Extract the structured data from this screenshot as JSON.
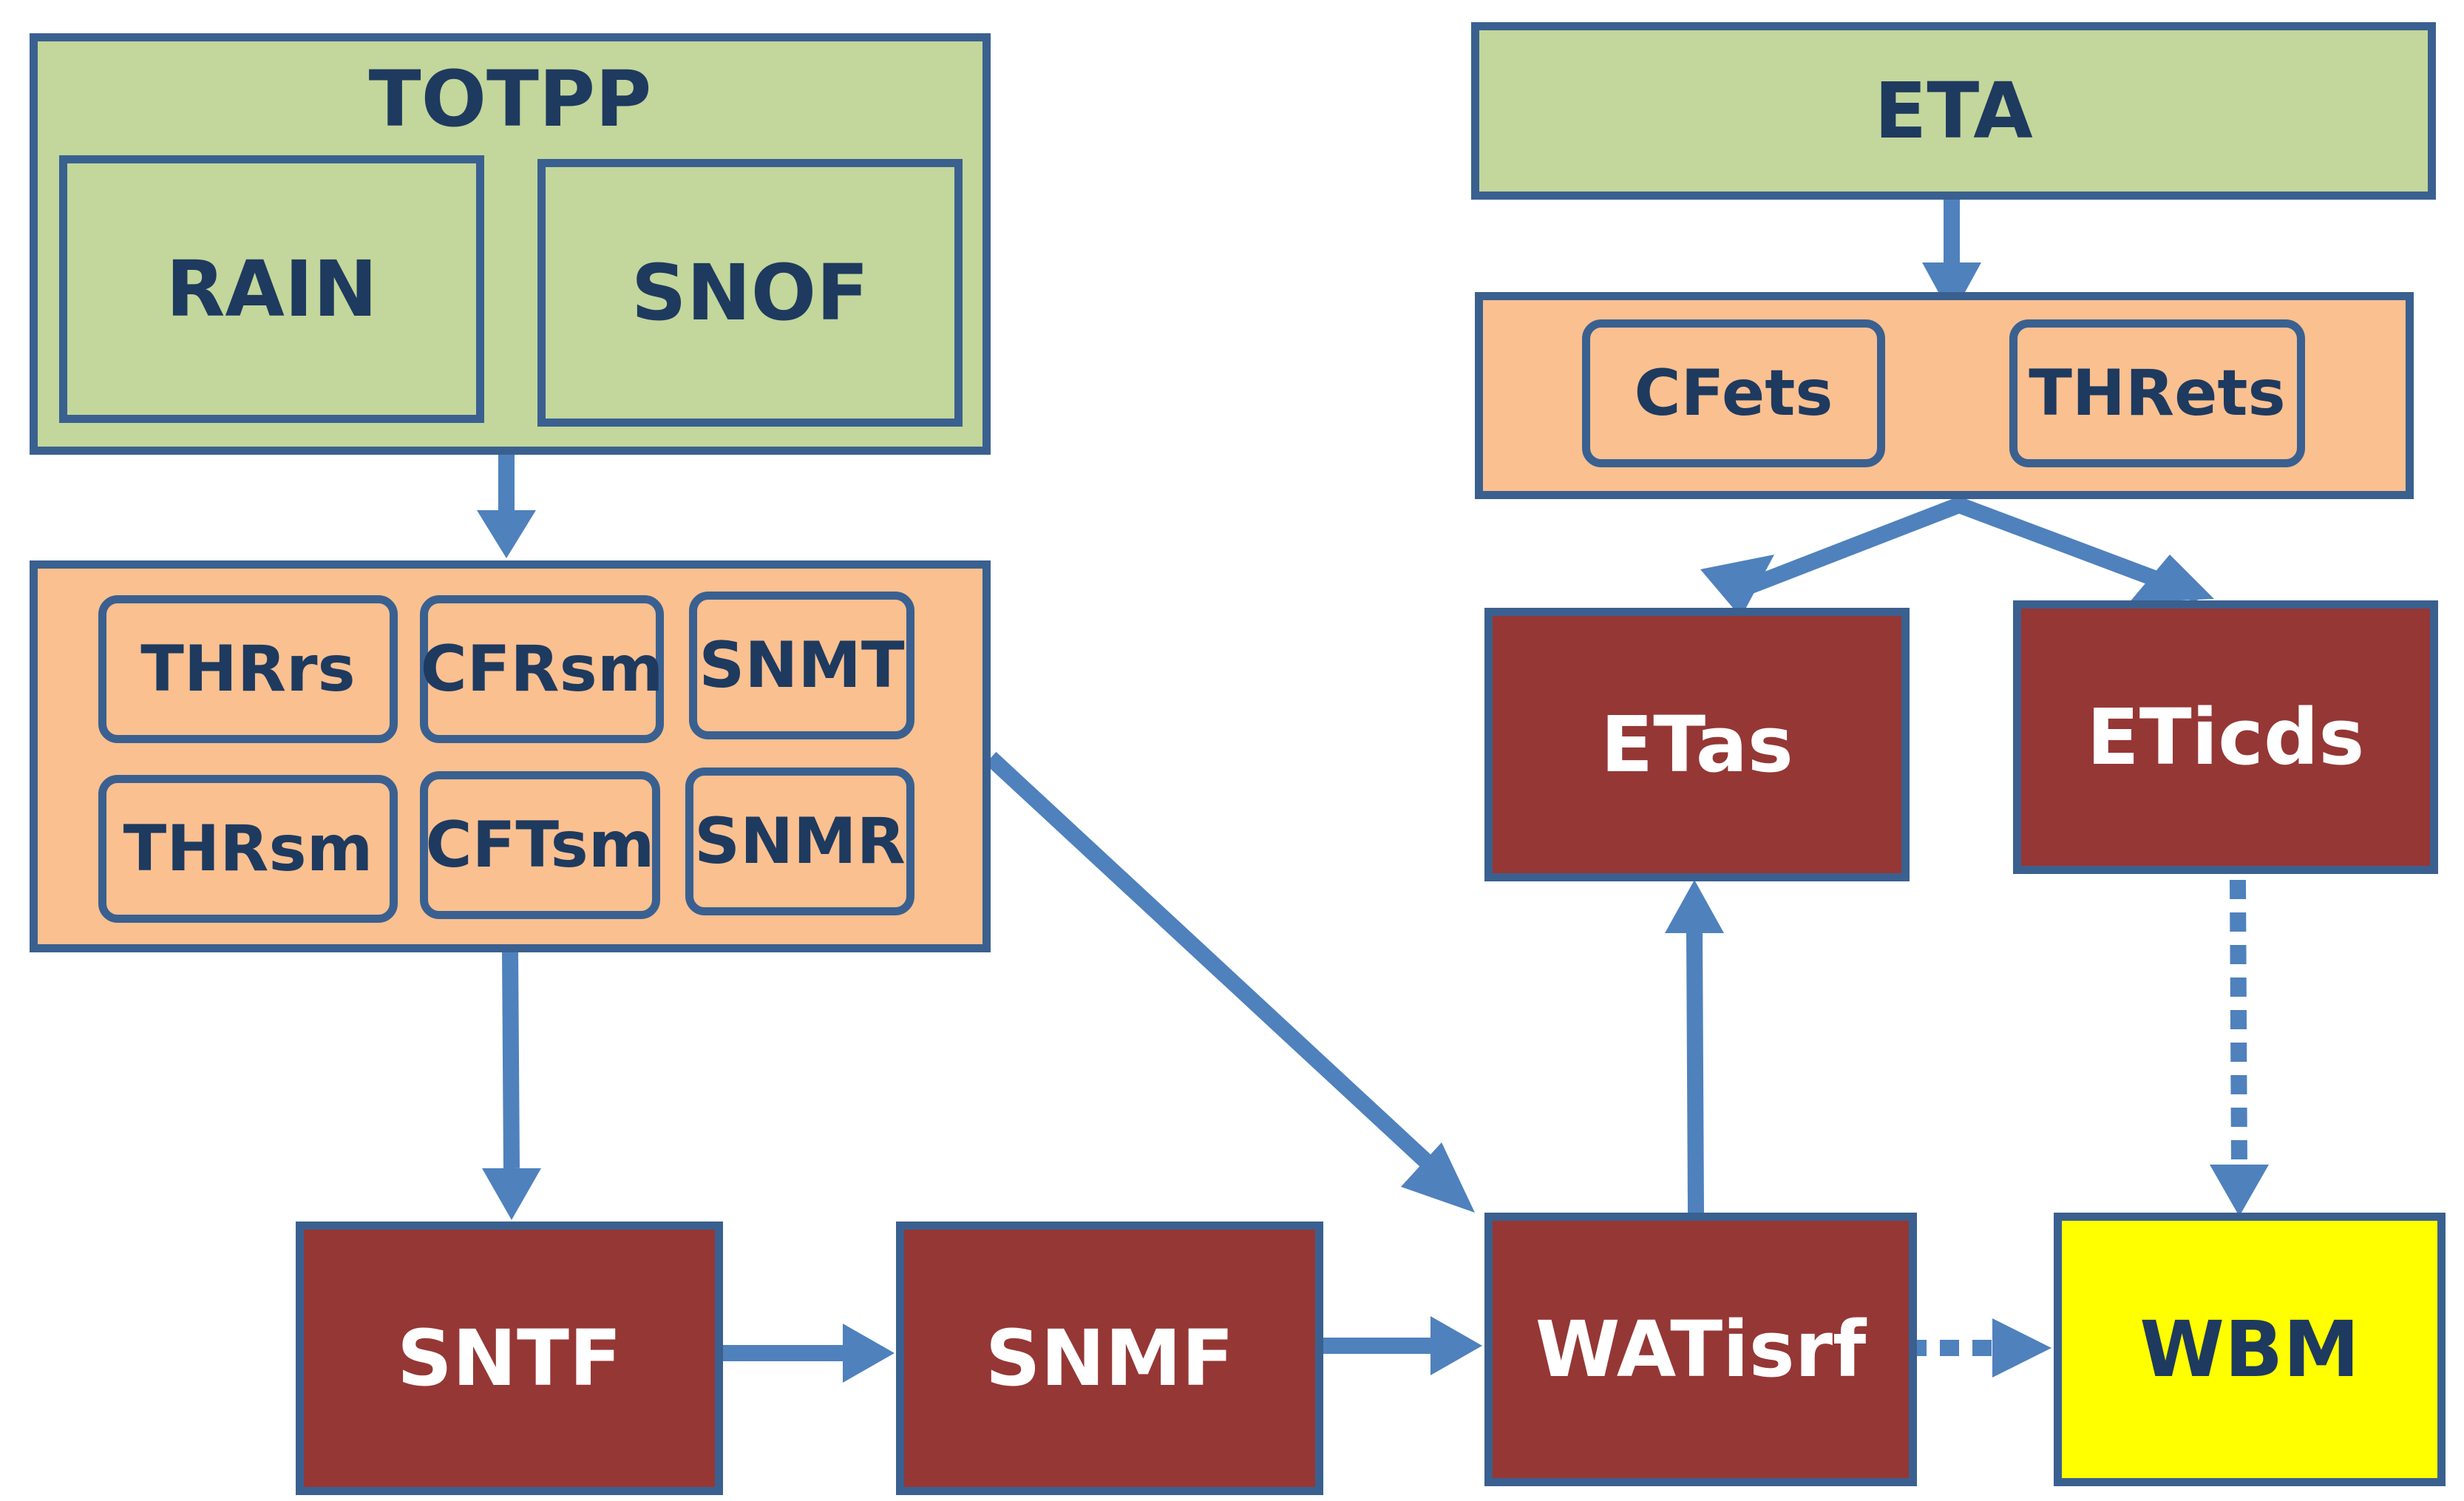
{
  "colors": {
    "arrow": "#4f81bd",
    "border": "#3a6090",
    "green": "#c3d69b",
    "orange": "#fac090",
    "red": "#953735",
    "yellow": "#ffff00",
    "dark_text": "#1e3a5f"
  },
  "precip": {
    "title": "TOTPP",
    "rain": "RAIN",
    "snof": "SNOF"
  },
  "params_left": {
    "items": [
      "THRrs",
      "CFRsm",
      "SNMT",
      "THRsm",
      "CFTsm",
      "SNMR"
    ]
  },
  "eta": {
    "title": "ETA"
  },
  "params_right": {
    "items": [
      "CFets",
      "THRets"
    ]
  },
  "processes": {
    "etas": "ETas",
    "eticds": "ETicds",
    "sntf": "SNTF",
    "snmf": "SNMF",
    "watisrf": "WATisrf"
  },
  "wbm": {
    "label": "WBM"
  }
}
